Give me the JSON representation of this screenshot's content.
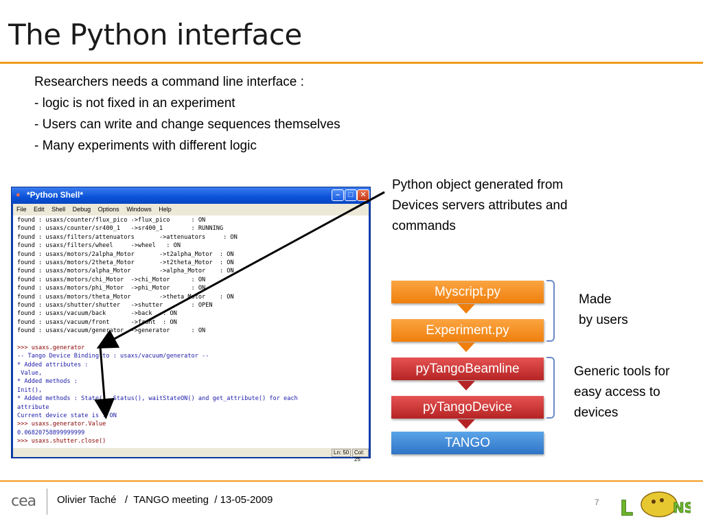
{
  "slide": {
    "title": "The Python interface",
    "intro": [
      "Researchers needs a command line interface :",
      "- logic is not fixed in an experiment",
      "- Users can write and change sequences themselves",
      "- Many experiments with different logic"
    ]
  },
  "shell": {
    "window_title": "*Python Shell*",
    "menu": [
      "File",
      "Edit",
      "Shell",
      "Debug",
      "Options",
      "Windows",
      "Help"
    ],
    "lines": [
      {
        "text": "found : usaxs/counter/flux_pico ->flux_pico      : ON",
        "style": "out"
      },
      {
        "text": "found : usaxs/counter/sr400_1   ->sr400_1        : RUNNING",
        "style": "out"
      },
      {
        "text": "found : usaxs/filters/attenuators       ->attenuators     : ON",
        "style": "out"
      },
      {
        "text": "found : usaxs/filters/wheel     ->wheel   : ON",
        "style": "out"
      },
      {
        "text": "found : usaxs/motors/2alpha_Motor       ->t2alpha_Motor  : ON",
        "style": "out"
      },
      {
        "text": "found : usaxs/motors/2theta_Motor       ->t2theta_Motor  : ON",
        "style": "out"
      },
      {
        "text": "found : usaxs/motors/alpha_Motor        ->alpha_Motor    : ON",
        "style": "out"
      },
      {
        "text": "found : usaxs/motors/chi_Motor  ->chi_Motor      : ON",
        "style": "out"
      },
      {
        "text": "found : usaxs/motors/phi_Motor  ->phi_Motor      : ON",
        "style": "out"
      },
      {
        "text": "found : usaxs/motors/theta_Motor        ->theta_Motor    : ON",
        "style": "out"
      },
      {
        "text": "found : usaxs/shutter/shutter   ->shutter        : OPEN",
        "style": "out"
      },
      {
        "text": "found : usaxs/vacuum/back       ->back   : ON",
        "style": "out"
      },
      {
        "text": "found : usaxs/vacuum/front      ->front  : ON",
        "style": "out"
      },
      {
        "text": "found : usaxs/vacuum/generator  ->generator      : ON",
        "style": "out"
      },
      {
        "text": "",
        "style": "out"
      },
      {
        "text": ">>> usaxs.generator",
        "style": "prompt"
      },
      {
        "text": "-- Tango Device Binding to : usaxs/vacuum/generator --",
        "style": "blue"
      },
      {
        "text": "* Added attributes :",
        "style": "blue"
      },
      {
        "text": " Value,",
        "style": "blue"
      },
      {
        "text": "* Added methods :",
        "style": "blue"
      },
      {
        "text": "Init(),",
        "style": "blue"
      },
      {
        "text": "* Added methods : State(), Status(), waitStateON() and get_attribute() for each",
        "style": "blue"
      },
      {
        "text": "attribute",
        "style": "blue"
      },
      {
        "text": "Current device state is : ON",
        "style": "blue"
      },
      {
        "text": ">>> usaxs.generator.Value",
        "style": "prompt"
      },
      {
        "text": "0.06820758899999999",
        "style": "blue"
      },
      {
        "text": ">>> usaxs.shutter.close()",
        "style": "prompt"
      }
    ],
    "status_ln": "Ln: 50",
    "status_col": "Col: 25"
  },
  "callout": [
    "Python object generated from",
    "Devices servers attributes and",
    "commands"
  ],
  "stack": {
    "layers": [
      "Myscript.py",
      "Experiment.py",
      "pyTangoBeamline",
      "pyTangoDevice",
      "TANGO"
    ],
    "colors": {
      "orange": "#ef7f0d",
      "red": "#b52424",
      "blue": "#2f74c6"
    }
  },
  "notes": {
    "users": [
      "Made",
      "by users"
    ],
    "generic": [
      "Generic  tools for",
      "easy access to",
      "devices"
    ]
  },
  "footer": {
    "org": "cea",
    "text": "Olivier Taché   /  TANGO meeting  / 13-05-2009",
    "page": "7",
    "logo_text": "LIONS"
  }
}
